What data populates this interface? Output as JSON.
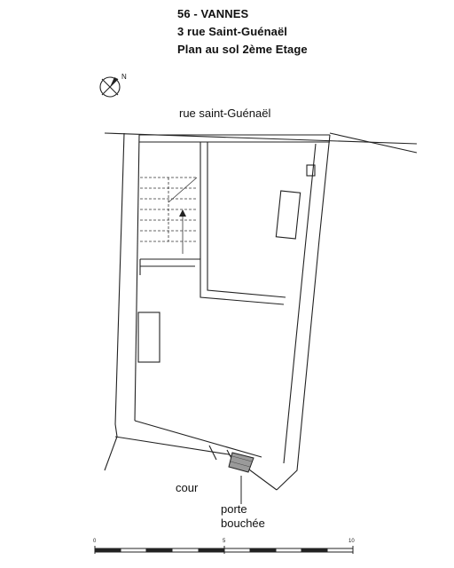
{
  "title": {
    "line1": "56 - VANNES",
    "line2": "3 rue Saint-Guénaël",
    "line3": "Plan au sol 2ème Etage"
  },
  "compass": {
    "label": "N",
    "icon": "north-arrow-icon"
  },
  "labels": {
    "street": "rue saint-Guénaël",
    "courtyard": "cour",
    "blocked_door_1": "porte",
    "blocked_door_2": "bouchée"
  },
  "scale_bar": {
    "start": "0",
    "mid": "5",
    "end": "10",
    "unit_segments": 10
  },
  "colors": {
    "line": "#222222",
    "hatch_fill": "#9a9a9a",
    "background": "#ffffff"
  }
}
